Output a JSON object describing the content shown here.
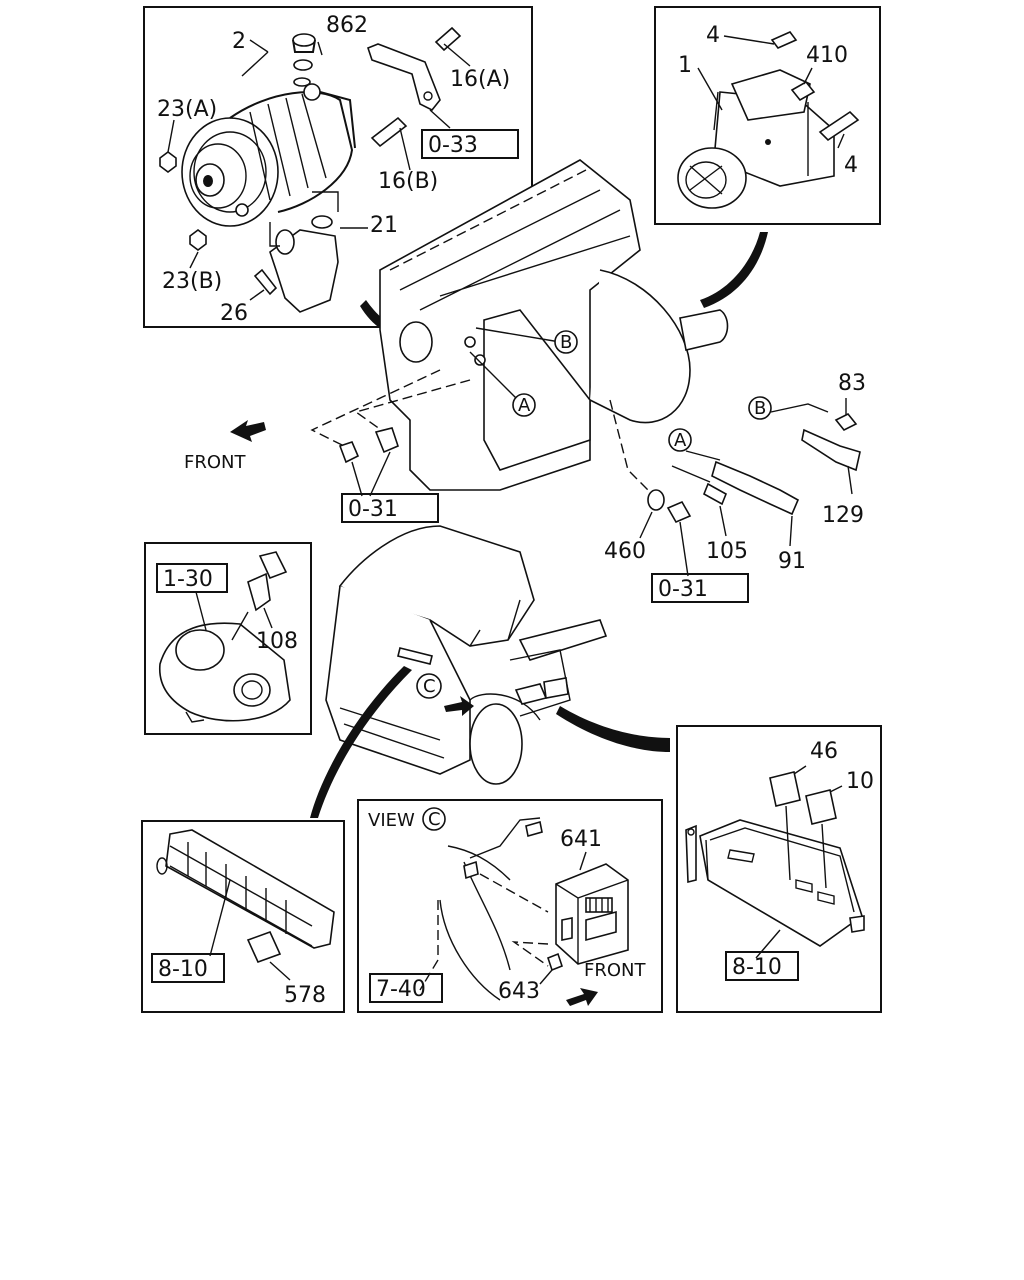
{
  "alternator_detail": {
    "refs": [
      "2",
      "862",
      "16(A)",
      "23(A)",
      "0-33",
      "16(B)",
      "21",
      "23(B)",
      "26"
    ]
  },
  "starter_detail": {
    "refs": [
      "4",
      "1",
      "410",
      "4"
    ]
  },
  "engine": {
    "markers": [
      "B",
      "A"
    ],
    "front_label": "FRONT",
    "ref_box": "0-31"
  },
  "sensors": {
    "refs": [
      "83",
      "B",
      "129",
      "A",
      "460",
      "105",
      "91",
      "0-31"
    ]
  },
  "aircleaner_detail": {
    "ref_box": "1-30",
    "refs": [
      "108"
    ]
  },
  "vehicle": {
    "marker": "C"
  },
  "fusebox_left": {
    "ref_box": "8-10",
    "refs": [
      "578"
    ]
  },
  "view_c": {
    "title": "VIEW",
    "marker": "C",
    "refs": [
      "641",
      "643"
    ],
    "ref_box": "7-40",
    "front_label": "FRONT"
  },
  "relaybox_right": {
    "refs": [
      "46",
      "10"
    ],
    "ref_box": "8-10"
  }
}
